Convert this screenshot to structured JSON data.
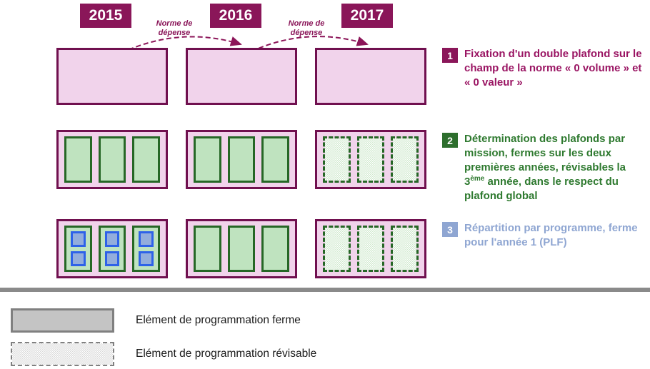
{
  "years": [
    "2015",
    "2016",
    "2017"
  ],
  "norme_labels": [
    "Norme de dépense",
    "Norme de dépense"
  ],
  "annotations": [
    {
      "number": "1",
      "text": "Fixation d'un double plafond sur le champ de la norme « 0 volume » et « 0 valeur »"
    },
    {
      "number": "2",
      "text_before_sup": "Détermination des plafonds par mission, fermes sur les deux premières années, révisables la 3",
      "sup": "ème",
      "text_after_sup": " année, dans le respect du plafond global"
    },
    {
      "number": "3",
      "text": "Répartition par programme, ferme pour l'année 1 (PLF)"
    }
  ],
  "matrix": {
    "rows": [
      {
        "name": "plafond-global",
        "cells": [
          {
            "year": "2015",
            "type": "plain"
          },
          {
            "year": "2016",
            "type": "plain"
          },
          {
            "year": "2017",
            "type": "plain"
          }
        ]
      },
      {
        "name": "plafonds-par-mission",
        "cells": [
          {
            "year": "2015",
            "type": "firm",
            "subboxes": 3
          },
          {
            "year": "2016",
            "type": "firm",
            "subboxes": 3
          },
          {
            "year": "2017",
            "type": "revisable",
            "subboxes": 3
          }
        ]
      },
      {
        "name": "repartition-programmes",
        "cells": [
          {
            "year": "2015",
            "type": "programs",
            "subboxes": 3,
            "programs_per_mission": 2
          },
          {
            "year": "2016",
            "type": "firm",
            "subboxes": 3
          },
          {
            "year": "2017",
            "type": "revisable",
            "subboxes": 3
          }
        ]
      }
    ]
  },
  "legend": [
    {
      "type": "ferme",
      "label": "Elément de programmation ferme"
    },
    {
      "type": "revisable",
      "label": "Elément de programmation révisable"
    }
  ],
  "colors": {
    "magenta": "#8A1659",
    "magenta_border": "#70104F",
    "magenta_text": "#9A1563",
    "pink": "#F1D3EB",
    "green_border": "#266726",
    "green_fill": "#BFE3BF",
    "green_badge": "#2D6E2D",
    "green_text": "#2F7A30",
    "hatch_green": "#CFE9CD",
    "blue_border": "#2E62E8",
    "blue_fill": "#93ADDC",
    "blue_badge": "#8FA6D2",
    "gray_fill": "#C4C4C4",
    "gray_border": "#808080",
    "hatch_gray": "#D9D9D9",
    "divider": "#8A8A8A"
  }
}
